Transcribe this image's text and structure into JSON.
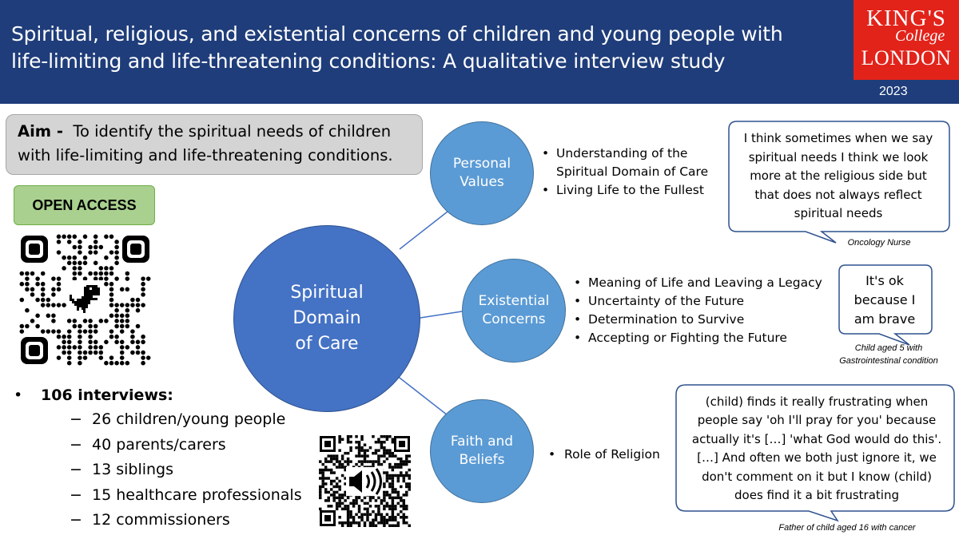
{
  "header": {
    "title_line1": "Spiritual, religious, and existential concerns of children and young people with",
    "title_line2": "life-limiting and life-threatening conditions: A qualitative interview study",
    "logo_line1": "KING'S",
    "logo_line2": "College",
    "logo_line3": "LONDON",
    "year": "2023",
    "bg_color": "#1f3d7a",
    "logo_color": "#e2231a"
  },
  "aim": {
    "label": "Aim -",
    "text_line1": "To identify the spiritual needs of children",
    "text_line2": "with life-limiting and life-threatening conditions."
  },
  "open_access": {
    "label": "OPEN ACCESS"
  },
  "stats": {
    "bullet": "•",
    "headline": "106 interviews:",
    "dash": "−",
    "items": [
      "26 children/young people",
      "40 parents/carers",
      "13 siblings",
      "15 healthcare professionals",
      "12 commissioners"
    ]
  },
  "diagram": {
    "center_line1": "Spiritual",
    "center_line2": "Domain",
    "center_line3": "of Care",
    "nodes": [
      {
        "line1": "Personal",
        "line2": "Values",
        "bullets": [
          "Understanding of the Spiritual Domain of Care",
          "Living Life to the Fullest"
        ]
      },
      {
        "line1": "Existential",
        "line2": "Concerns",
        "bullets": [
          "Meaning of Life and Leaving a Legacy",
          "Uncertainty of the Future",
          "Determination to Survive",
          "Accepting or Fighting the Future"
        ]
      },
      {
        "line1": "Faith and",
        "line2": "Beliefs",
        "bullets": [
          "Role of Religion"
        ]
      }
    ]
  },
  "quotes": [
    {
      "lines": [
        "I think sometimes when we say",
        "spiritual needs I think we look",
        "more at the religious side but",
        "that does not always reflect",
        "spiritual needs"
      ],
      "caption": "Oncology  Nurse"
    },
    {
      "lines": [
        "It's ok",
        "because I",
        "am brave"
      ],
      "caption_line1": "Child aged 5 with",
      "caption_line2": "Gastrointestinal  condition"
    },
    {
      "lines": [
        "(child) finds it really frustrating when",
        "people say 'oh I'll pray for you' because",
        "actually it's  […] 'what God would do this'.",
        "[…] And often we both just ignore it, we",
        "don't comment on it but I know (child)",
        "does find it a bit frustrating"
      ],
      "caption": "Father of child aged 16 with cancer"
    }
  ],
  "qr_codes": [
    {
      "icon": "dinosaur-icon"
    },
    {
      "icon": "speaker-icon"
    }
  ]
}
